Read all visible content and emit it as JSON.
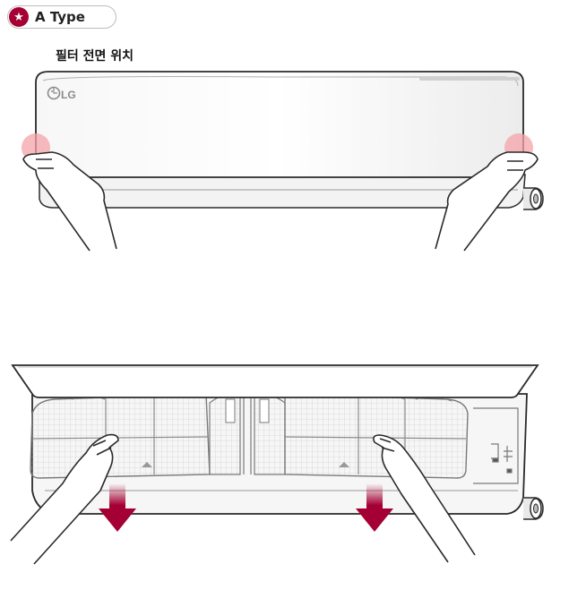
{
  "badge": {
    "label": "A Type",
    "icon": "star-icon",
    "color": "#a50034"
  },
  "caption": "필터 전면 위치",
  "unit": {
    "brand": "LG"
  },
  "colors": {
    "accent": "#a50034",
    "highlight": "#f4a3a8",
    "outline": "#2a2a2a"
  }
}
